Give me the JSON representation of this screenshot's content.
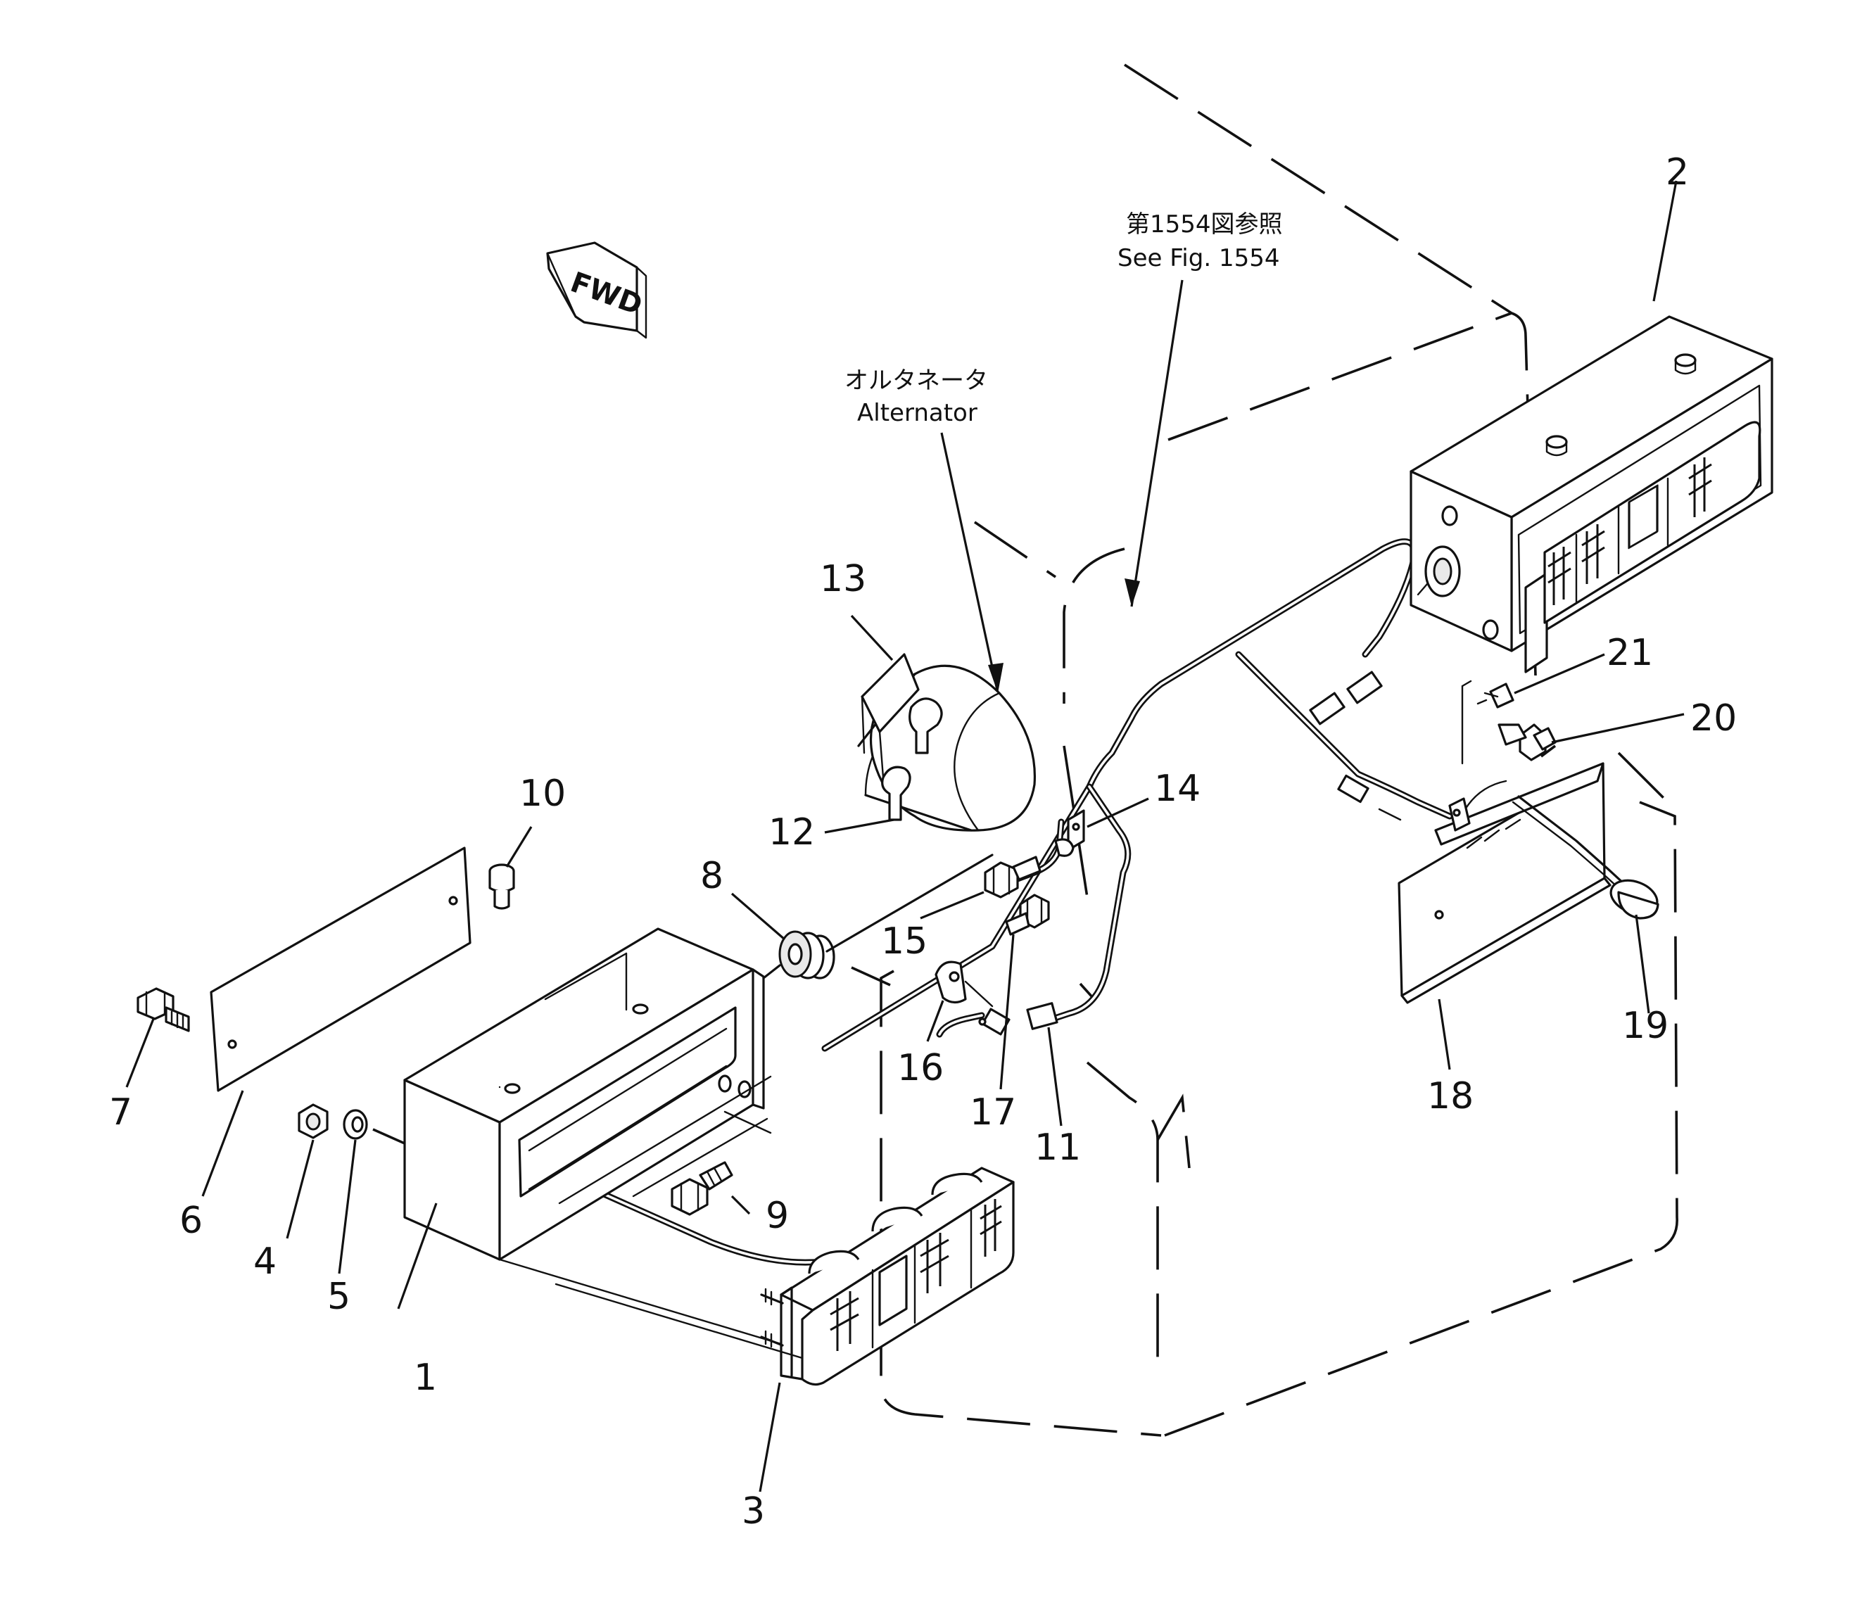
{
  "direction_label": "FWD",
  "notes": {
    "alternator_ja": "オルタネータ",
    "alternator_en": "Alternator",
    "see_fig_ja": "第1554図参照",
    "see_fig_en": "See Fig. 1554"
  },
  "part_numbers": {
    "p1": "1",
    "p2": "2",
    "p3": "3",
    "p4": "4",
    "p5": "5",
    "p6": "6",
    "p7": "7",
    "p8": "8",
    "p9": "9",
    "p10": "10",
    "p11": "11",
    "p12": "12",
    "p13": "13",
    "p14": "14",
    "p15": "15",
    "p16": "16",
    "p17": "17",
    "p18": "18",
    "p19": "19",
    "p20": "20",
    "p21": "21"
  }
}
